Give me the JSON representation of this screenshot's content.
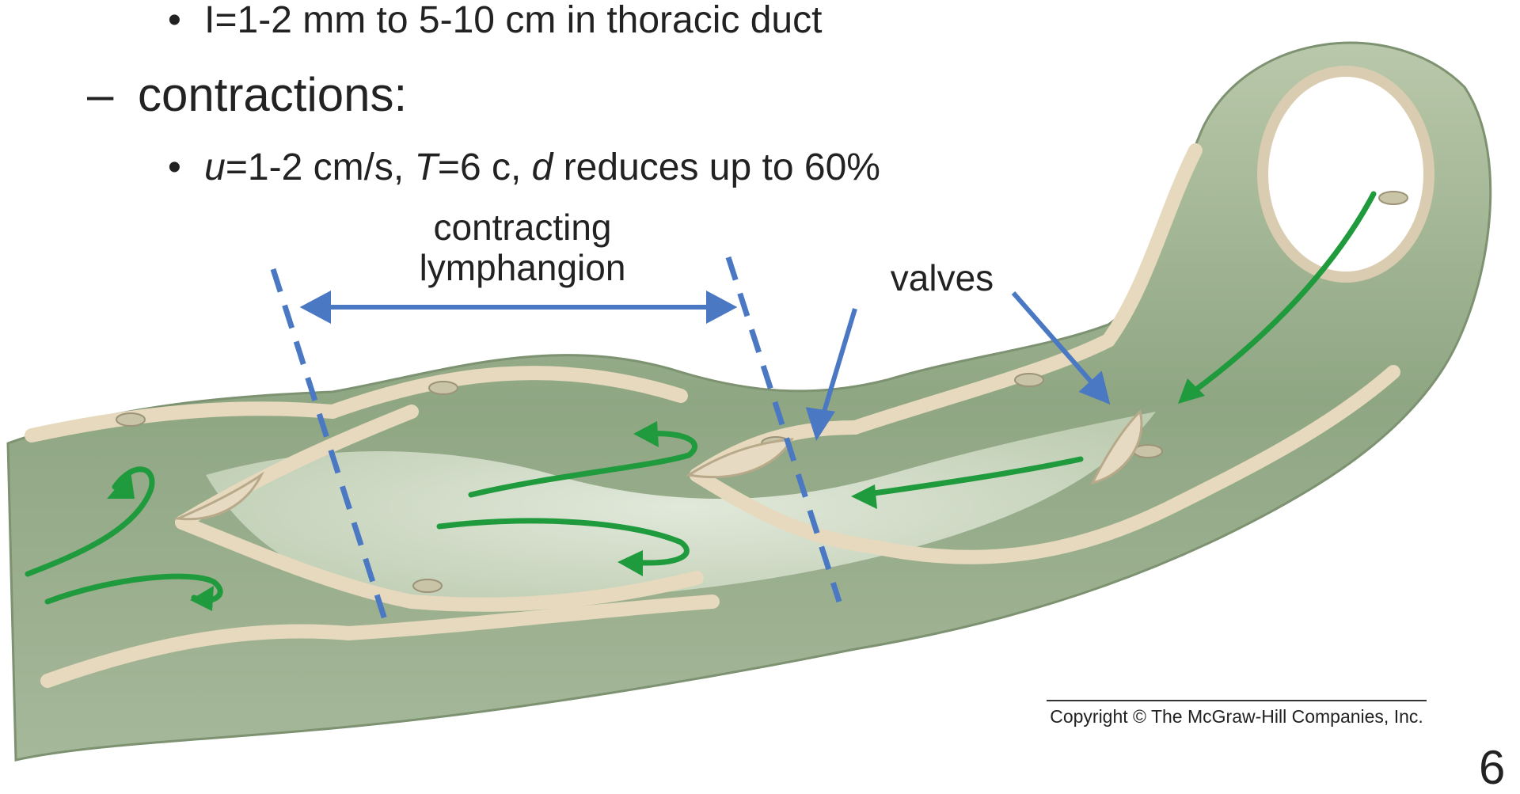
{
  "bullets": {
    "item1": "I=1-2 mm to 5-10 cm in thoracic duct",
    "heading": "contractions:",
    "item2_u": "u",
    "item2_a": "=1-2 cm/s, ",
    "item2_T": "T",
    "item2_b": "=6 c, ",
    "item2_d": "d",
    "item2_c": " reduces up to 60%",
    "bullet_char": "•",
    "dash_char": "–"
  },
  "labels": {
    "lymphangion_line1": "contracting",
    "lymphangion_line2": "lymphangion",
    "valves": "valves"
  },
  "copyright": "Copyright © The McGraw-Hill Companies, Inc.",
  "page_number": "6",
  "colors": {
    "annotation_blue": "#4a78c2",
    "flow_green": "#1f9a3c",
    "vessel_green": "#9bb08c",
    "cell_tan": "#e6d9bd"
  }
}
